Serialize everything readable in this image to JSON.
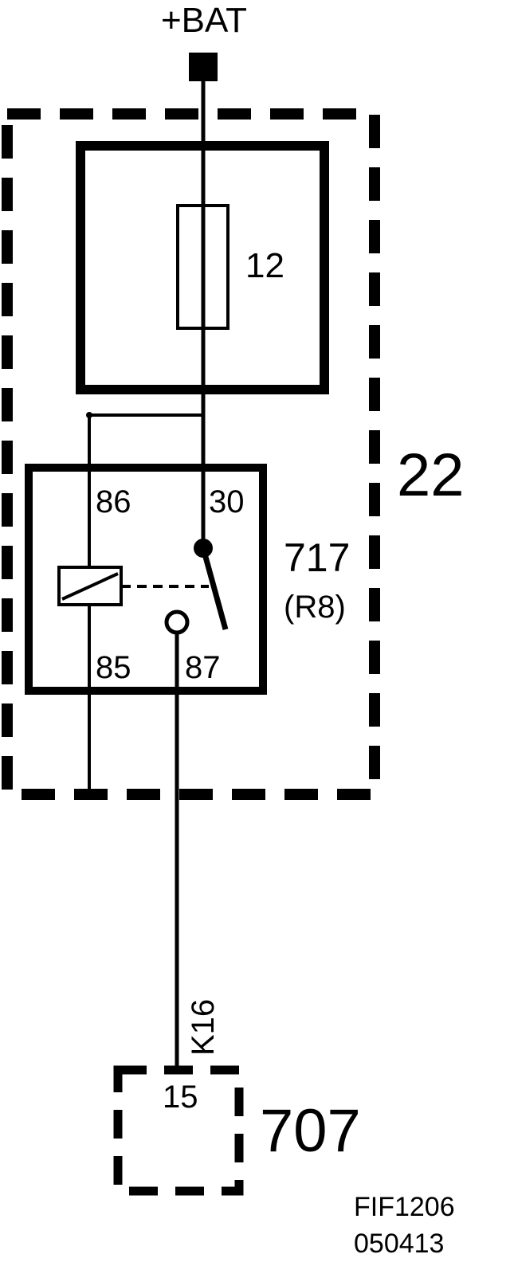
{
  "colors": {
    "ink": "#000000",
    "background": "#ffffff"
  },
  "supply": {
    "label": "+BAT"
  },
  "fuse": {
    "number": "12"
  },
  "fuse_box": {
    "number": "22"
  },
  "relay": {
    "component_number": "717",
    "designation": "(R8)",
    "pins": {
      "p86": "86",
      "p30": "30",
      "p85": "85",
      "p87": "87"
    }
  },
  "wire": {
    "label": "K16"
  },
  "connector": {
    "pin": "15",
    "component_number": "707"
  },
  "figure": {
    "id": "FIF1206",
    "code": "050413"
  }
}
